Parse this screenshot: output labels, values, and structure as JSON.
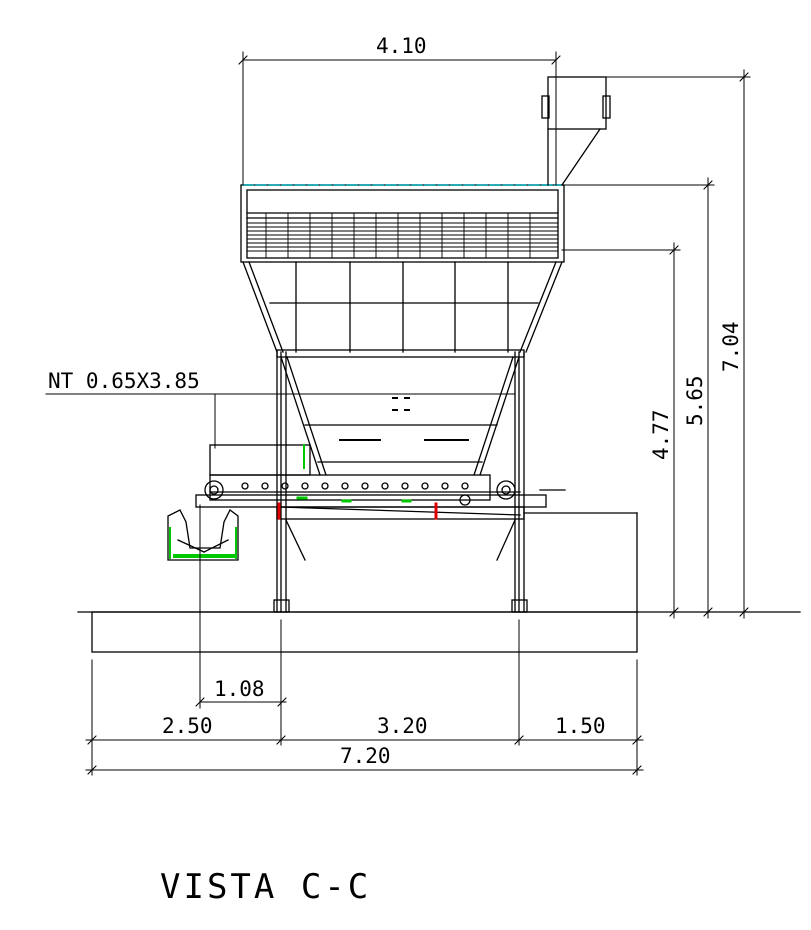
{
  "drawing": {
    "view_title": "VISTA C-C",
    "callout_label": "NT 0.65X3.85",
    "dimensions": {
      "top_width": "4.10",
      "height_total": "7.04",
      "height_hopper_top": "5.65",
      "height_hopper_grid": "4.77",
      "offset_conveyor": "1.08",
      "span_left": "2.50",
      "span_center": "3.20",
      "span_right": "1.50",
      "span_total": "7.20"
    },
    "colors": {
      "line": "#000000",
      "accent_green": "#00c800",
      "accent_red": "#e00000",
      "accent_cyan": "#00a8b8"
    }
  }
}
